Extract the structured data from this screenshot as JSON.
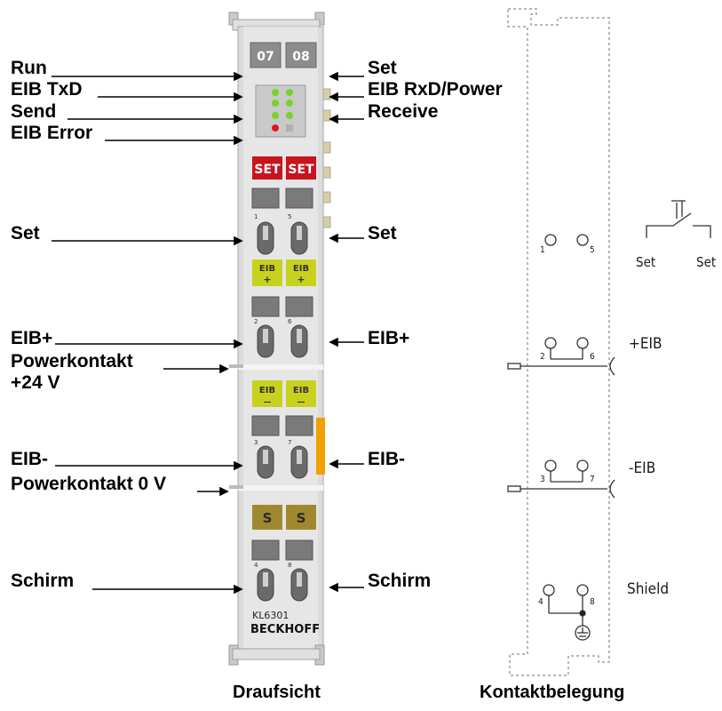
{
  "left_labels": {
    "run": "Run",
    "eib_txd": "EIB TxD",
    "send": "Send",
    "eib_error": "EIB Error",
    "set": "Set",
    "eib_plus": "EIB+",
    "powerkontakt": "Powerkontakt",
    "plus24v": "+24 V",
    "eib_minus": "EIB-",
    "powerkontakt0v": "Powerkontakt 0 V",
    "schirm": "Schirm"
  },
  "right_labels": {
    "set": "Set",
    "eib_rxd_power": "EIB RxD/Power",
    "receive": "Receive",
    "set2": "Set",
    "eib_plus": "EIB+",
    "eib_minus": "EIB-",
    "schirm": "Schirm"
  },
  "terminal": {
    "channel_left": "07",
    "channel_right": "08",
    "set_label": "SET",
    "eib_label": "EIB",
    "plus": "+",
    "minus": "—",
    "shield_label": "S",
    "model": "KL6301",
    "brand": "BECKHOFF",
    "terminal_numbers": [
      "1",
      "5",
      "2",
      "6",
      "3",
      "7",
      "4",
      "8"
    ]
  },
  "contacts": {
    "set_left": "Set",
    "set_right": "Set",
    "plus_eib": "+EIB",
    "minus_eib": "-EIB",
    "shield": "Shield",
    "numbers": [
      "1",
      "5",
      "2",
      "6",
      "3",
      "7",
      "4",
      "8"
    ]
  },
  "captions": {
    "top_view": "Draufsicht",
    "contact_assignment": "Kontaktbelegung"
  },
  "colors": {
    "terminal_body": "#d8d8d8",
    "set_red": "#c8141e",
    "eib_yellow": "#c8d21e",
    "shield_gold": "#a08830",
    "power_orange": "#f0a000",
    "led_green": "#78d22a",
    "led_red": "#e01818"
  }
}
